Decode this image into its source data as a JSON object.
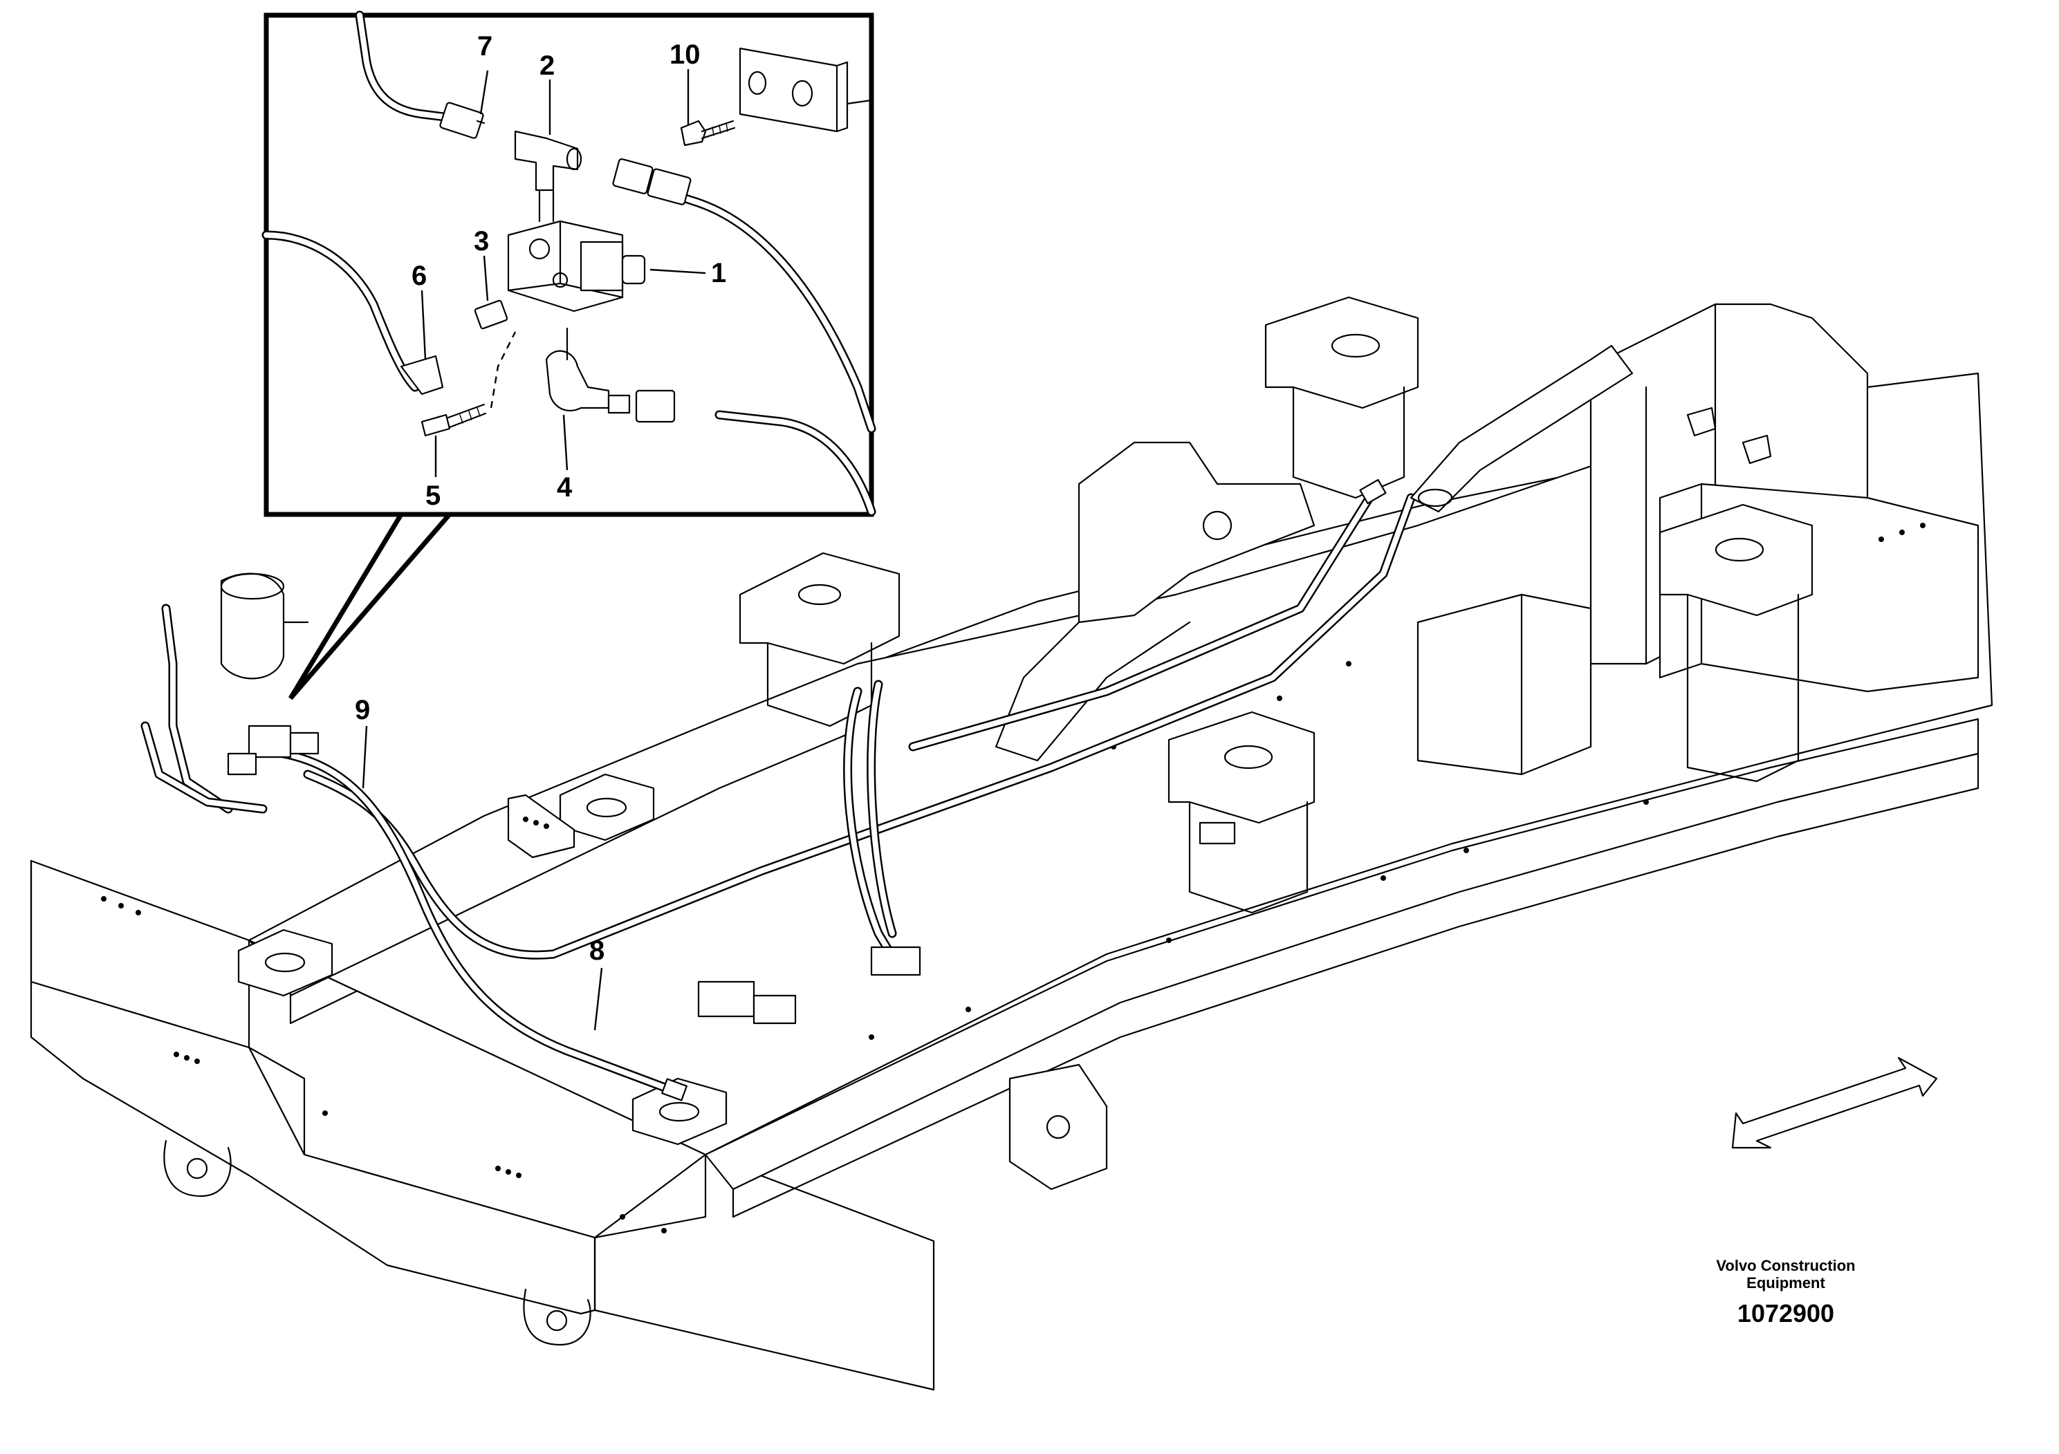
{
  "callouts": [
    {
      "id": "1",
      "label": "1"
    },
    {
      "id": "2",
      "label": "2"
    },
    {
      "id": "3",
      "label": "3"
    },
    {
      "id": "4",
      "label": "4"
    },
    {
      "id": "5",
      "label": "5"
    },
    {
      "id": "6",
      "label": "6"
    },
    {
      "id": "7",
      "label": "7"
    },
    {
      "id": "8",
      "label": "8"
    },
    {
      "id": "9",
      "label": "9"
    },
    {
      "id": "10",
      "label": "10"
    }
  ],
  "footer": {
    "brand_line1": "Volvo Construction",
    "brand_line2": "Equipment",
    "document_number": "1072900"
  }
}
